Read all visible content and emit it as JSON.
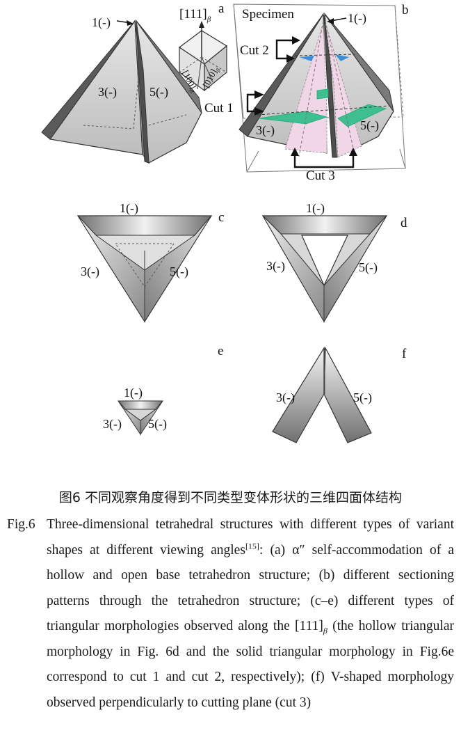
{
  "panels": {
    "a": {
      "letter": "a",
      "label_top": "1(-)",
      "label_left": "3(-)",
      "label_right": "5(-)",
      "axis_111": "[111]",
      "axis_100": "[100]",
      "axis_010": "[010]",
      "beta": "β"
    },
    "b": {
      "letter": "b",
      "specimen": "Specimen",
      "label_top": "1(-)",
      "label_left": "3(-)",
      "label_right": "5(-)",
      "cut1": "Cut 1",
      "cut2": "Cut 2",
      "cut3": "Cut 3"
    },
    "c": {
      "letter": "c",
      "label_top": "1(-)",
      "label_left": "3(-)",
      "label_right": "5(-)"
    },
    "d": {
      "letter": "d",
      "label_top": "1(-)",
      "label_left": "3(-)",
      "label_right": "5(-)"
    },
    "e": {
      "letter": "e",
      "label_top": "1(-)",
      "label_left": "3(-)",
      "label_right": "5(-)"
    },
    "f": {
      "letter": "f",
      "label_left": "3(-)",
      "label_right": "5(-)"
    }
  },
  "caption": {
    "cn": "图6 不同观察角度得到不同类型变体形状的三维四面体结构",
    "label": "Fig.6",
    "line1": "Three-dimensional tetrahedral structures with different types of variant shapes at different viewing angles",
    "ref": "[15]",
    "line2": ": (a) α″ self-accommodation of a hollow and open base tetrahedron structure; (b) different sectioning patterns through the tetrahedron structure; (c–e) different types of triangular morphologies observed along the [111]",
    "beta": "β",
    "line3": " (the hollow triangular morphology in Fig. 6d and the solid triangular morphology in Fig.6e correspond to cut 1 and cut 2, respectively); (f) V-shaped morphology observed perpendicularly to cutting plane (cut 3)"
  },
  "colors": {
    "plate_dark": "#6f6f6f",
    "plate_light": "#d9d9d9",
    "pink_section": "#f0d6e6",
    "green_section": "#3fbf8f",
    "blue_section": "#3a8fd8"
  }
}
